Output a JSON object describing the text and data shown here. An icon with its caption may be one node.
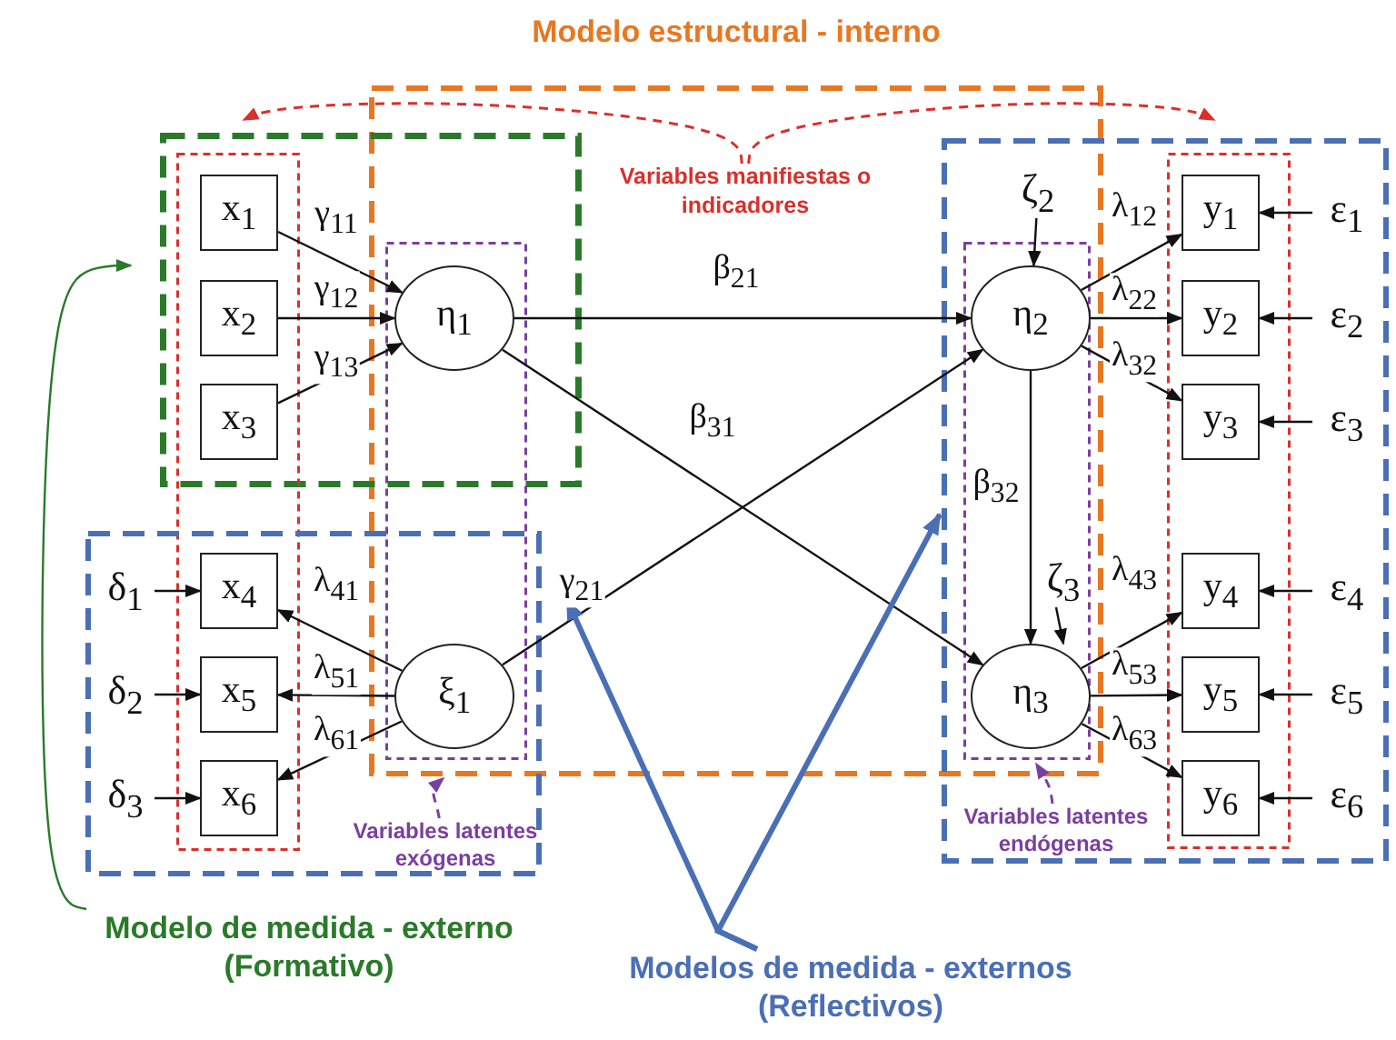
{
  "diagram": {
    "nodes": [
      {
        "text": [
          "Variables manifiestas o indicadores"
        ]
      },
      {
        "text": [
          "x$_{1}$"
        ]
      },
      {
        "text": [
          "x$_{2}$"
        ]
      },
      {
        "text": [
          "x$_{3}$"
        ]
      },
      {
        "text": [
          "x$_{4}$"
        ]
      },
      {
        "text": [
          "x$_{5}$"
        ]
      },
      {
        "text": [
          "x$_{6}$"
        ]
      },
      {
        "text": [
          "η$_{1}$"
        ]
      },
      {
        "text": [
          "ξ$_{1}$"
        ]
      },
      {
        "text": [
          "η$_{2}$"
        ]
      },
      {
        "text": [
          "η$_{3}$"
        ]
      },
      {
        "text": [
          "y$_{1}$"
        ]
      },
      {
        "text": [
          "y$_{2}$"
        ]
      },
      {
        "text": [
          "y$_{3}$"
        ]
      },
      {
        "text": [
          "y$_{4}$"
        ]
      },
      {
        "text": [
          "y$_{5}$"
        ]
      },
      {
        "text": [
          "y$_{6}$"
        ]
      },
      {
        "text": [
          "δ$_{1}$"
        ]
      },
      {
        "text": [
          "δ$_{2}$"
        ]
      },
      {
        "text": [
          "δ$_{3}$"
        ]
      },
      {
        "text": [
          "ζ$_{2}$"
        ]
      },
      {
        "text": [
          "ζ$_{3}$"
        ]
      },
      {
        "text": [
          "ε$_{1}$"
        ]
      },
      {
        "text": [
          "ε$_{2}$"
        ]
      },
      {
        "text": [
          "ε$_{3}$"
        ]
      },
      {
        "text": [
          "ε$_{4}$"
        ]
      },
      {
        "text": [
          "ε$_{5}$"
        ]
      },
      {
        "text": [
          "ε$_{6}$"
        ]
      },
      {
        "text": [
          "Variables latentes exógenas"
        ]
      },
      {
        "text": [
          "Variables latentes endógenas"
        ]
      },
      {
        "text": [
          "Modelo de medida - externo (Formativo)"
        ]
      },
      {
        "text": [
          "Modelos de medida - externos (Reflectivos)"
        ]
      }
    ],
    "edges": [
      {
        "from": 1,
        "to": 7,
        "arrow": "to",
        "label": "γ$_{11}$"
      },
      {
        "from": 2,
        "to": 7,
        "arrow": "to",
        "label": "γ$_{12}$"
      },
      {
        "from": 3,
        "to": 7,
        "arrow": "to",
        "label": "γ$_{13}$"
      },
      {
        "from": 7,
        "to": 9,
        "arrow": "to",
        "label": "β$_{21}$"
      },
      {
        "from": 7,
        "to": 10,
        "arrow": "to",
        "label": "β$_{31}$"
      },
      {
        "from": 8,
        "to": 9,
        "arrow": "to",
        "label": "γ$_{21}$"
      },
      {
        "from": 9,
        "to": 10,
        "arrow": "to",
        "label": "β$_{32}$"
      },
      {
        "from": 8,
        "to": 4,
        "arrow": "to",
        "label": "λ$_{41}$"
      },
      {
        "from": 8,
        "to": 5,
        "arrow": "to",
        "label": "λ$_{51}$"
      },
      {
        "from": 8,
        "to": 6,
        "arrow": "to",
        "label": "λ$_{61}$"
      },
      {
        "from": 17,
        "to": 4,
        "arrow": "to"
      },
      {
        "from": 18,
        "to": 5,
        "arrow": "to"
      },
      {
        "from": 19,
        "to": 6,
        "arrow": "to"
      },
      {
        "from": 20,
        "to": 9,
        "arrow": "to"
      },
      {
        "from": 21,
        "to": 10,
        "arrow": "to"
      },
      {
        "from": 9,
        "to": 11,
        "arrow": "to",
        "label": "λ$_{12}$"
      },
      {
        "from": 9,
        "to": 12,
        "arrow": "to",
        "label": "λ$_{22}$"
      },
      {
        "from": 9,
        "to": 13,
        "arrow": "to",
        "label": "λ$_{32}$"
      },
      {
        "from": 10,
        "to": 14,
        "arrow": "to",
        "label": "λ$_{43}$"
      },
      {
        "from": 10,
        "to": 15,
        "arrow": "to",
        "label": "λ$_{53}$"
      },
      {
        "from": 10,
        "to": 16,
        "arrow": "to",
        "label": "λ$_{63}$"
      },
      {
        "from": 22,
        "to": 11,
        "arrow": "to"
      },
      {
        "from": 23,
        "to": 12,
        "arrow": "to"
      },
      {
        "from": 24,
        "to": 13,
        "arrow": "to"
      },
      {
        "from": 25,
        "to": 14,
        "arrow": "to"
      },
      {
        "from": 26,
        "to": 15,
        "arrow": "to"
      },
      {
        "from": 27,
        "to": 16,
        "arrow": "to"
      },
      {
        "from": 0,
        "to": null,
        "arrow": "to",
        "style": "dashed",
        "color": "#d9302c"
      },
      {
        "from": 0,
        "to": null,
        "arrow": "to",
        "style": "dashed",
        "color": "#d9302c"
      },
      {
        "from": 28,
        "to": null,
        "arrow": "to",
        "style": "dashed",
        "color": "#7b3f9e"
      },
      {
        "from": 29,
        "to": null,
        "arrow": "to",
        "style": "dashed",
        "color": "#7b3f9e"
      },
      {
        "from": 30,
        "to": null,
        "arrow": "to",
        "color": "#2a7a2a"
      },
      {
        "from": 31,
        "to": null,
        "arrow": "to",
        "style": "thick",
        "color": "#4a6fb5"
      },
      {
        "from": 31,
        "to": null,
        "arrow": "to",
        "style": "thick",
        "color": "#4a6fb5"
      }
    ],
    "labels": [
      "Modelo estructural - interno"
    ]
  }
}
